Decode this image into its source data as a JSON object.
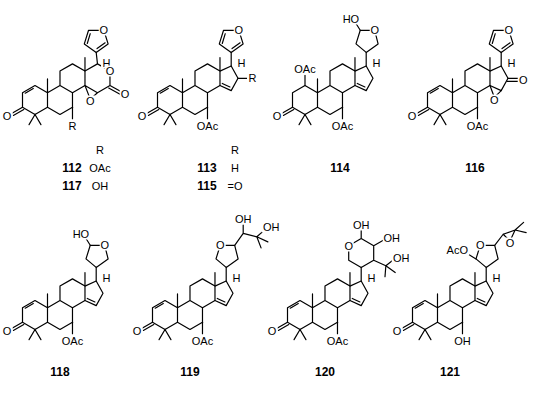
{
  "diagram": {
    "labels": [
      "O",
      "H",
      "O",
      "O",
      "O",
      "O",
      "R",
      "R",
      "112",
      "OAc",
      "117",
      "OH",
      "O",
      "H",
      "R",
      "O",
      "OAc",
      "R",
      "113",
      "H",
      "115",
      "=O",
      "HO",
      "O",
      "H",
      "OAc",
      "O",
      "OAc",
      "114",
      "O",
      "H",
      "O",
      "O",
      "O",
      "OAc",
      "116",
      "HO",
      "O",
      "H",
      "O",
      "OAc",
      "118",
      "O",
      "OH",
      "OH",
      "H",
      "O",
      "OAc",
      "119",
      "OH",
      "O",
      "OH",
      "OH",
      "H",
      "O",
      "OAc",
      "120",
      "AcO",
      "O",
      "O",
      "H",
      "O",
      "OH",
      "121"
    ]
  }
}
